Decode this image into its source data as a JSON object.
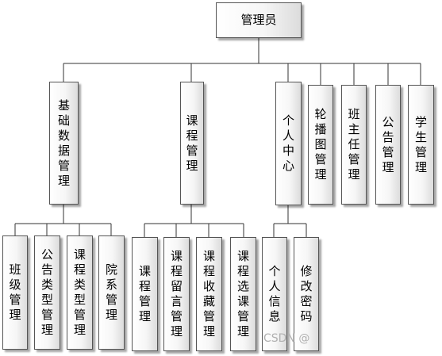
{
  "nodes": {
    "root": "管理员",
    "basic": "基础数据管理",
    "course": "课程管理",
    "personal": "个人中心",
    "carousel": "轮播图管理",
    "head_teacher": "班主任管理",
    "notice": "公告管理",
    "student": "学生管理",
    "class_mgmt": "班级管理",
    "notice_type": "公告类型管理",
    "course_type": "课程类型管理",
    "dept": "院系管理",
    "course_mgmt": "课程管理",
    "course_msg": "课程留言管理",
    "course_fav": "课程收藏管理",
    "course_select": "课程选课管理",
    "personal_info": "个人信息",
    "change_pwd": "修改密码"
  },
  "watermark": "CSDN @"
}
